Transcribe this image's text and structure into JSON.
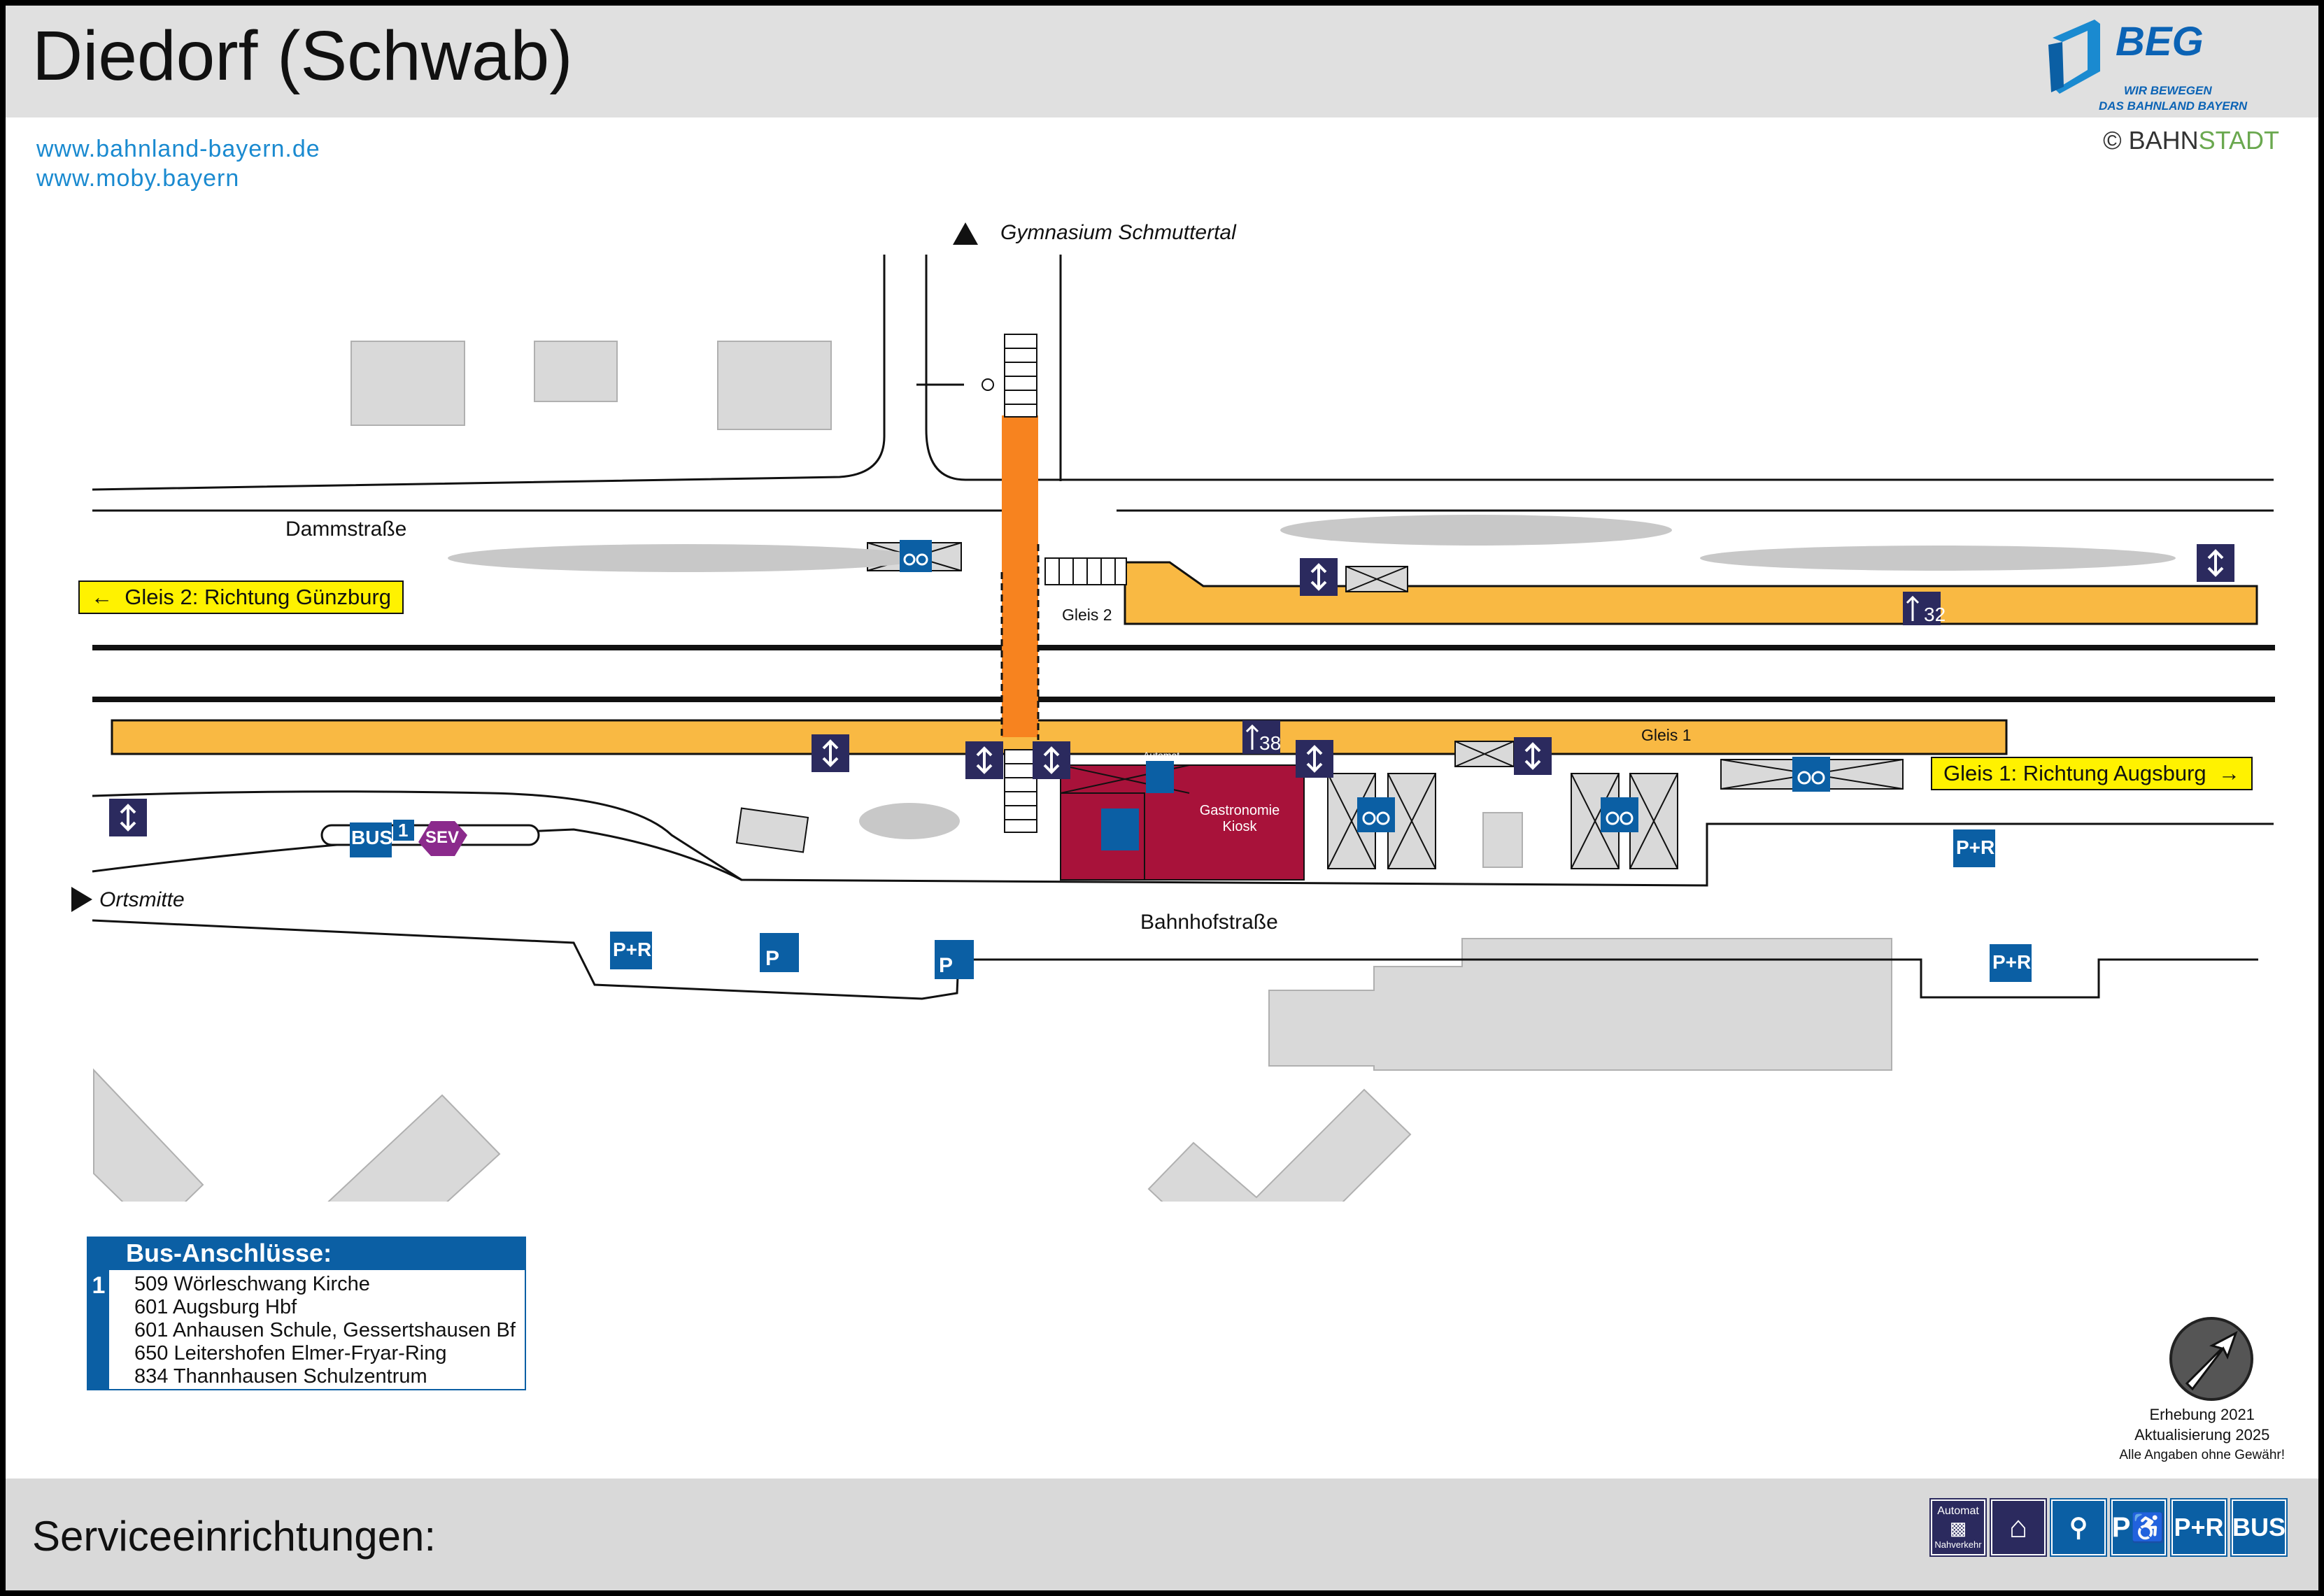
{
  "header": {
    "title": "Diedorf (Schwab)",
    "brand": {
      "name": "BEG",
      "slogan_line1": "WIR BEWEGEN",
      "slogan_line2": "DAS BAHNLAND BAYERN"
    },
    "links": [
      "www.bahnland-bayern.de",
      "www.moby.bayern"
    ],
    "copyright_prefix": "© BAHN",
    "copyright_suffix": "STADT"
  },
  "map": {
    "north_destination": "Gymnasium Schmuttertal",
    "west_destination": "Ortsmitte",
    "street_north": "Dammstraße",
    "street_south": "Bahnhofstraße",
    "platform_2_label": "Gleis 2",
    "platform_1_label": "Gleis 1",
    "direction_gleis_2": "Gleis 2: Richtung Günzburg",
    "direction_gleis_1": "Gleis 1: Richtung Augsburg",
    "platform_height_gleis_2": "32",
    "platform_height_gleis_1": "38",
    "kiosk_label_1": "Gastronomie",
    "kiosk_label_2": "Kiosk",
    "automat_label": "Automat",
    "bus_sign": "BUS",
    "bus_stop_number": "1",
    "sev_sign": "SEV",
    "pr_sign": "P+R",
    "parking_sign": "P",
    "colors": {
      "platform": "#f9b943",
      "underpass": "#f7831f",
      "kiosk": "#a8123a",
      "lift": "#2b2a5e",
      "service": "#0b5fa4",
      "building": "#d9d9d9"
    }
  },
  "bus_connections": {
    "title": "Bus-Anschlüsse:",
    "stop_number": "1",
    "routes": [
      "509 Wörleschwang Kirche",
      "601 Augsburg Hbf",
      "601 Anhausen Schule, Gessertshausen Bf",
      "650 Leitershofen Elmer-Fryar-Ring",
      "834 Thannhausen Schulzentrum"
    ]
  },
  "survey": {
    "line1": "Erhebung 2021",
    "line2": "Aktualisierung 2025",
    "line3": "Alle Angaben ohne Gewähr!"
  },
  "footer": {
    "title": "Serviceeinrichtungen:",
    "automat_top": "Automat",
    "automat_bottom": "Nahverkehr",
    "pr_label": "P+R",
    "bus_label": "BUS",
    "parking_label": "P",
    "icons": [
      "ticket-machine-icon",
      "waiting-shelter-icon",
      "bicycle-parking-icon",
      "disabled-parking-icon",
      "park-and-ride-icon",
      "bus-icon"
    ]
  }
}
